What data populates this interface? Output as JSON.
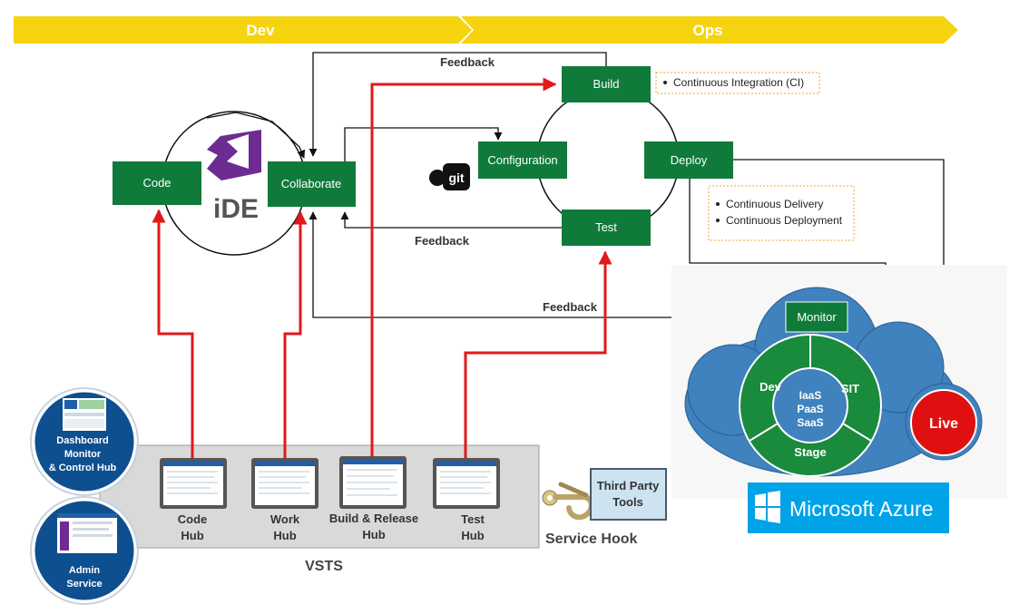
{
  "banner": {
    "dev": "Dev",
    "ops": "Ops"
  },
  "dev_loop": {
    "code": "Code",
    "collaborate": "Collaborate",
    "ide_text": "iDE"
  },
  "ops_loop": {
    "build": "Build",
    "configuration": "Configuration",
    "deploy": "Deploy",
    "test": "Test",
    "git_text": "git"
  },
  "feedback": {
    "top": "Feedback",
    "mid": "Feedback",
    "bottom": "Feedback"
  },
  "notes": {
    "ci": "Continuous Integration (CI)",
    "cd1": "Continuous Delivery",
    "cd2": "Continuous Deployment"
  },
  "cloud": {
    "monitor": "Monitor",
    "dev": "Dev",
    "sit": "SIT",
    "stage": "Stage",
    "iaas": "IaaS",
    "paas": "PaaS",
    "saas": "SaaS",
    "live": "Live"
  },
  "azure": {
    "text": "Microsoft Azure"
  },
  "vsts": {
    "label": "VSTS",
    "hubs": [
      {
        "line1": "Code",
        "line2": "Hub"
      },
      {
        "line1": "Work",
        "line2": "Hub"
      },
      {
        "line1": "Build & Release",
        "line2": "Hub"
      },
      {
        "line1": "Test",
        "line2": "Hub"
      }
    ]
  },
  "service_hook": {
    "label": "Service Hook",
    "third_party_1": "Third Party",
    "third_party_2": "Tools"
  },
  "side": {
    "dashboard": [
      "Dashboard",
      "Monitor",
      "& Control Hub"
    ],
    "admin": [
      "Admin",
      "Service"
    ]
  },
  "colors": {
    "banner": "#f5d30f",
    "green": "#107a3b",
    "red_arrow": "#e0191b",
    "navy": "#0e4f8f",
    "cloud": "#3f82bd",
    "live": "#e01010",
    "azure": "#00a2e8",
    "vs_purple": "#6c2c91"
  }
}
